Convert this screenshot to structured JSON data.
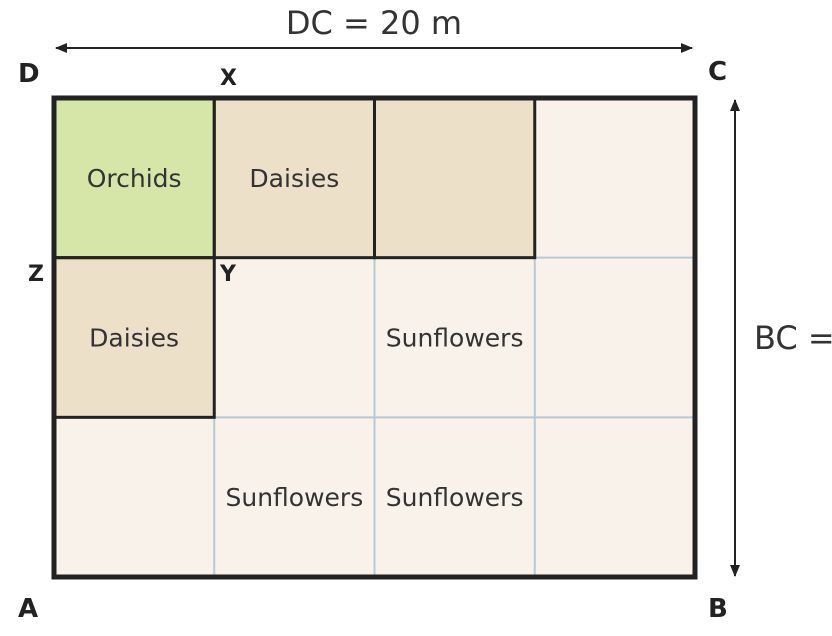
{
  "dimensions": {
    "top_label": "DC = 20 m",
    "right_label": "BC ="
  },
  "corners": {
    "D": "D",
    "C": "C",
    "A": "A",
    "B": "B"
  },
  "points": {
    "X": "X",
    "Y": "Y",
    "Z": "Z"
  },
  "grid": {
    "rows": 3,
    "cols": 4,
    "cells": [
      {
        "row": 0,
        "col": 0,
        "label": "Orchids",
        "type": "orchids"
      },
      {
        "row": 0,
        "col": 1,
        "label": "Daisies",
        "type": "daisies"
      },
      {
        "row": 0,
        "col": 2,
        "label": "",
        "type": "daisies"
      },
      {
        "row": 0,
        "col": 3,
        "label": "",
        "type": "empty"
      },
      {
        "row": 1,
        "col": 0,
        "label": "Daisies",
        "type": "daisies"
      },
      {
        "row": 1,
        "col": 1,
        "label": "",
        "type": "empty"
      },
      {
        "row": 1,
        "col": 2,
        "label": "Sunflowers",
        "type": "empty"
      },
      {
        "row": 1,
        "col": 3,
        "label": "",
        "type": "empty"
      },
      {
        "row": 2,
        "col": 0,
        "label": "",
        "type": "empty"
      },
      {
        "row": 2,
        "col": 1,
        "label": "Sunflowers",
        "type": "empty"
      },
      {
        "row": 2,
        "col": 2,
        "label": "Sunflowers",
        "type": "empty"
      },
      {
        "row": 2,
        "col": 3,
        "label": "",
        "type": "empty"
      }
    ]
  },
  "colors": {
    "orchids": "#d6e6a8",
    "daisies": "#ede0c8",
    "empty": "#f8f2ea",
    "gridline": "#b8c8d4",
    "border": "#222222"
  }
}
